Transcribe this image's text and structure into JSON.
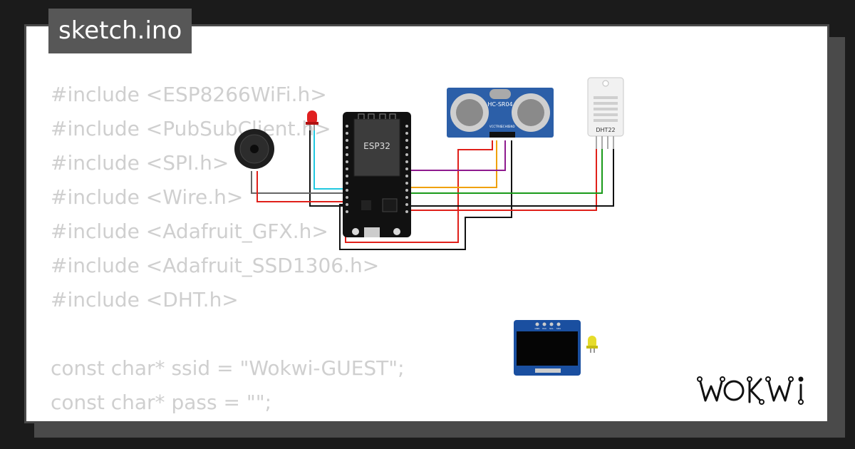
{
  "file_tab": {
    "label": "sketch.ino"
  },
  "code_lines": [
    "#include <ESP8266WiFi.h>",
    "#include <PubSubClient.h>",
    "#include <SPI.h>",
    "#include <Wire.h>",
    "#include <Adafruit_GFX.h>",
    "#include <Adafruit_SSD1306.h>",
    "#include <DHT.h>",
    "",
    "const char* ssid = \"Wokwi-GUEST\";",
    "const char* pass = \"\";"
  ],
  "components": {
    "esp32": {
      "label": "ESP32"
    },
    "ultrasonic": {
      "label": "HC-SR04",
      "pins": [
        "VCC",
        "TRIG",
        "ECHO",
        "GND"
      ]
    },
    "dht": {
      "label": "DHT22"
    },
    "oled": {
      "pins": [
        "GND",
        "VCC",
        "SCL",
        "SDA"
      ]
    }
  },
  "colors": {
    "wire_red": "#e0201a",
    "wire_black": "#111111",
    "wire_gray": "#666666",
    "wire_cyan": "#21c8e0",
    "wire_orange": "#f0a000",
    "wire_purple": "#8e1a8e",
    "wire_green": "#1a9a1a",
    "code_text": "#cfcfcf",
    "tab_bg": "#575757"
  },
  "brand": {
    "logo": "WOKWI"
  }
}
